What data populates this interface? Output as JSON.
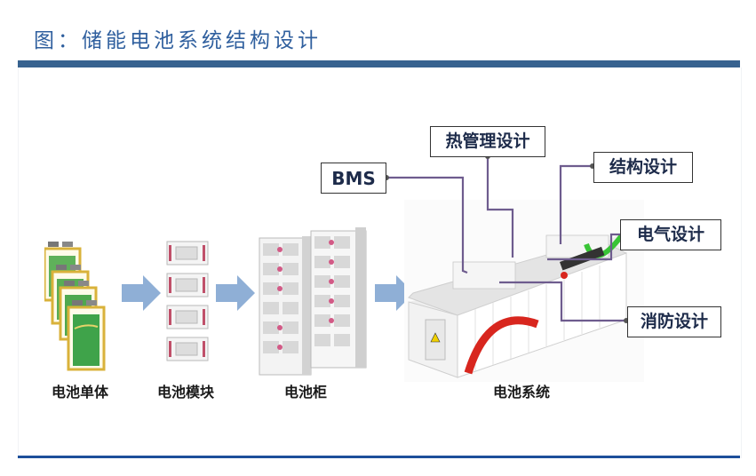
{
  "header": {
    "title": "图：储能电池系统结构设计"
  },
  "stages": [
    {
      "label": "电池单体",
      "icon": "battery-cell-icon"
    },
    {
      "label": "电池模块",
      "icon": "battery-module-icon"
    },
    {
      "label": "电池柜",
      "icon": "battery-cabinet-icon"
    },
    {
      "label": "电池系统",
      "icon": "battery-container-icon"
    }
  ],
  "callouts": {
    "bms": "BMS",
    "thermal": "热管理设计",
    "structure": "结构设计",
    "electrical": "电气设计",
    "fire": "消防设计"
  },
  "colors": {
    "title": "#2f5f9e",
    "header_bar": "#37628f",
    "footer_bar": "#1d4f9a",
    "arrow": "#8fafd6",
    "leader_line": "#6e5c8e",
    "cell_green": "#3fa34a",
    "cell_gold": "#d9b23a",
    "accent_red": "#d8261e",
    "accent_green": "#39c436"
  }
}
